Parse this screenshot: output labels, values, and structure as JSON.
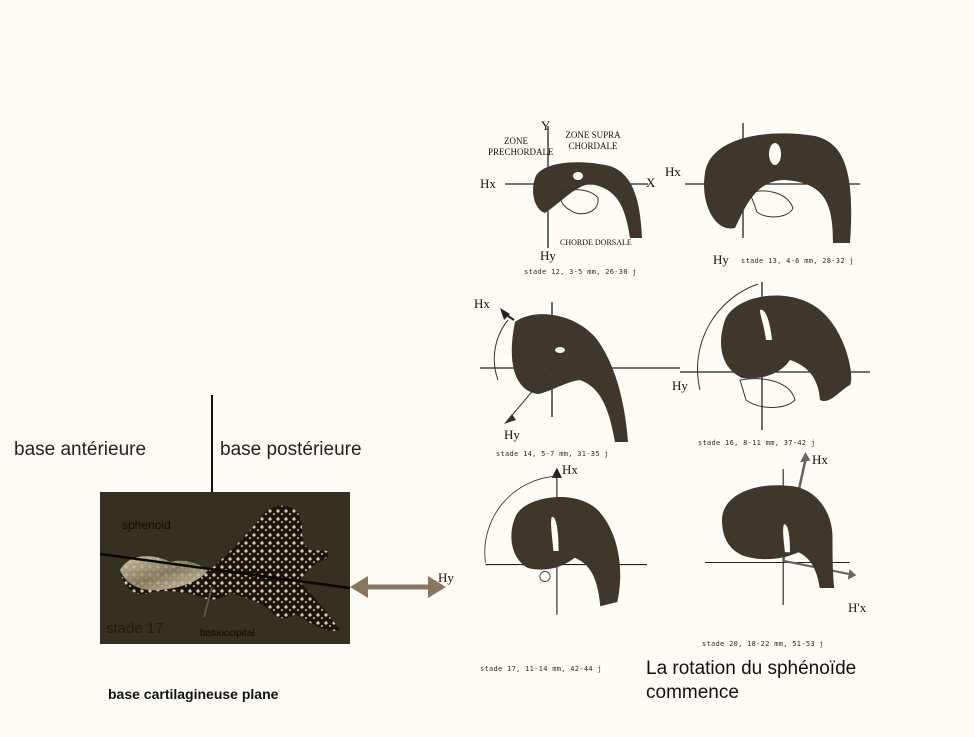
{
  "left": {
    "base_anterieure": "base antérieure",
    "base_posterieure": "base postérieure",
    "sphenoid": "sphenoid",
    "stade": "stade 17",
    "basioccipital": "basioccipital",
    "caption": "base cartilagineuse plane"
  },
  "rotation_note": "La rotation du sphénoïde commence",
  "stages": [
    {
      "caption": "stade 12, 3-5 mm, 26-30 j",
      "zone_prechordale": "ZONE PRECHORDALE",
      "zone_supra": "ZONE SUPRA CHORDALE",
      "chorde": "CHORDE DORSALE",
      "y": "Y",
      "x": "X",
      "hx": "Hx",
      "hy": "Hy"
    },
    {
      "caption": "stade 13, 4-6 mm, 28-32 j",
      "hx": "Hx",
      "hy": "Hy"
    },
    {
      "caption": "stade 14, 5-7 mm, 31-35 j",
      "hx": "Hx",
      "hy": "Hy"
    },
    {
      "caption": "stade 16, 8-11 mm, 37-42 j",
      "hy": "Hy"
    },
    {
      "caption": "stade 17, 11-14 mm, 42-44 j",
      "hx": "Hx",
      "hy": "Hy"
    },
    {
      "caption": "stade 20, 18-22 mm, 51-53 j",
      "hx": "Hx",
      "hpx": "H'x"
    }
  ],
  "colors": {
    "background": "#fefcf5",
    "brain_fill": "#3f362c",
    "panel": "#35301f",
    "arrow": "#8a7660"
  }
}
